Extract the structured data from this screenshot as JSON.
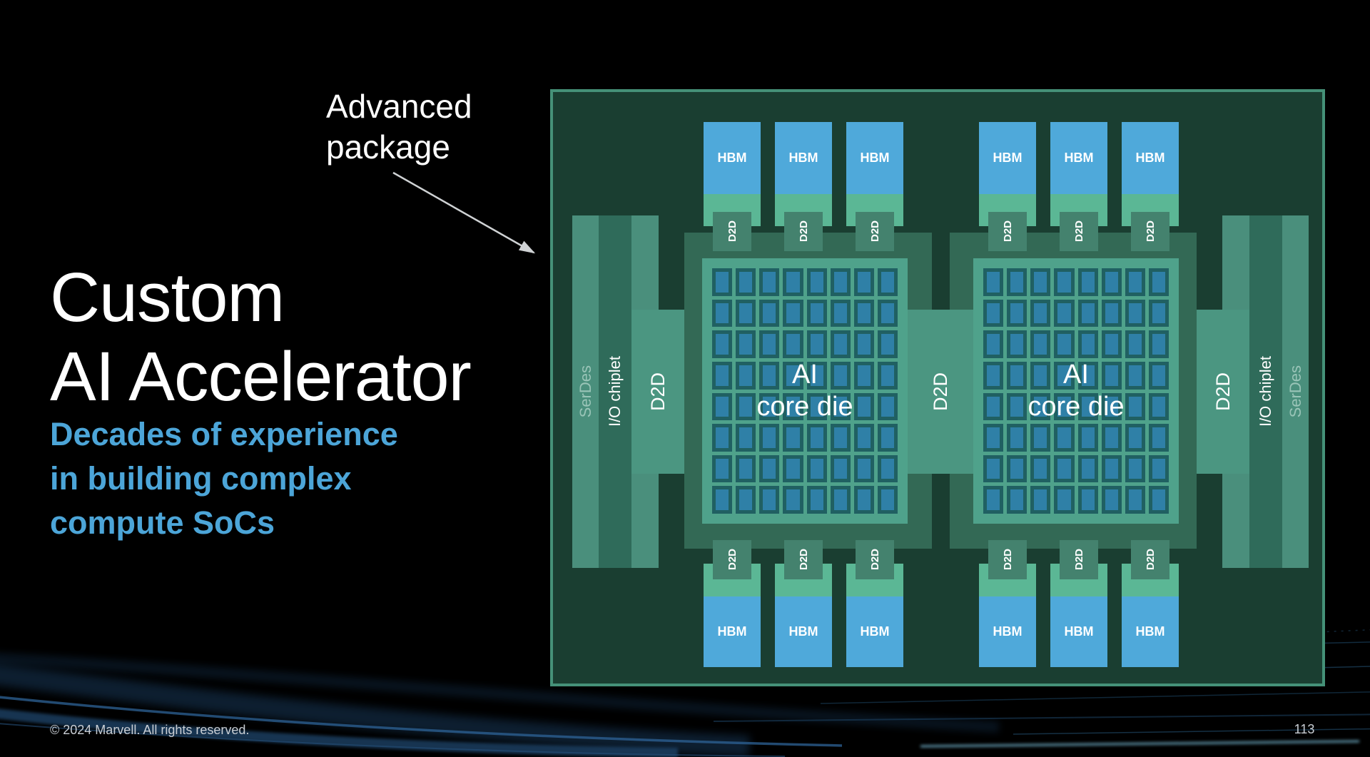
{
  "slide": {
    "annotation": {
      "line1": "Advanced",
      "line2": "package"
    },
    "title": {
      "line1": "Custom",
      "line2": "AI Accelerator"
    },
    "subtitle": {
      "line1": "Decades of experience",
      "line2": "in building complex",
      "line3": "compute SoCs"
    },
    "footer": {
      "copyright": "© 2024 Marvell. All rights reserved.",
      "page_number": "113"
    }
  },
  "diagram": {
    "labels": {
      "hbm": "HBM",
      "d2d": "D2D",
      "serdes": "SerDes",
      "io_chiplet": "I/O chiplet",
      "die_line1": "AI",
      "die_line2": "core die"
    },
    "grid": {
      "rows": 8,
      "cols": 8
    },
    "counts": {
      "hbm_modules": 12,
      "ai_core_dies": 2,
      "io_chiplets": 2,
      "serdes_strips": 2,
      "d2d_bridges_tall": 3,
      "d2d_connectors_small": 12
    },
    "colors": {
      "package_background": "#1A3E31",
      "package_border": "#459178",
      "interposer": "#336955",
      "serdes_strip": "#4A8F7C",
      "io_chiplet_strip": "#2F6B5A",
      "d2d_block": "#4B9681",
      "die": "#4FA28B",
      "die_cell": "#2F80A7",
      "die_cell_frame": "#206062",
      "hbm": "#4FA9DA",
      "hbm_phy": "#5BB795",
      "d2d_square": "#44826E",
      "subtitle_text": "#4CA5D8",
      "arrow": "#CFD2D4"
    }
  }
}
